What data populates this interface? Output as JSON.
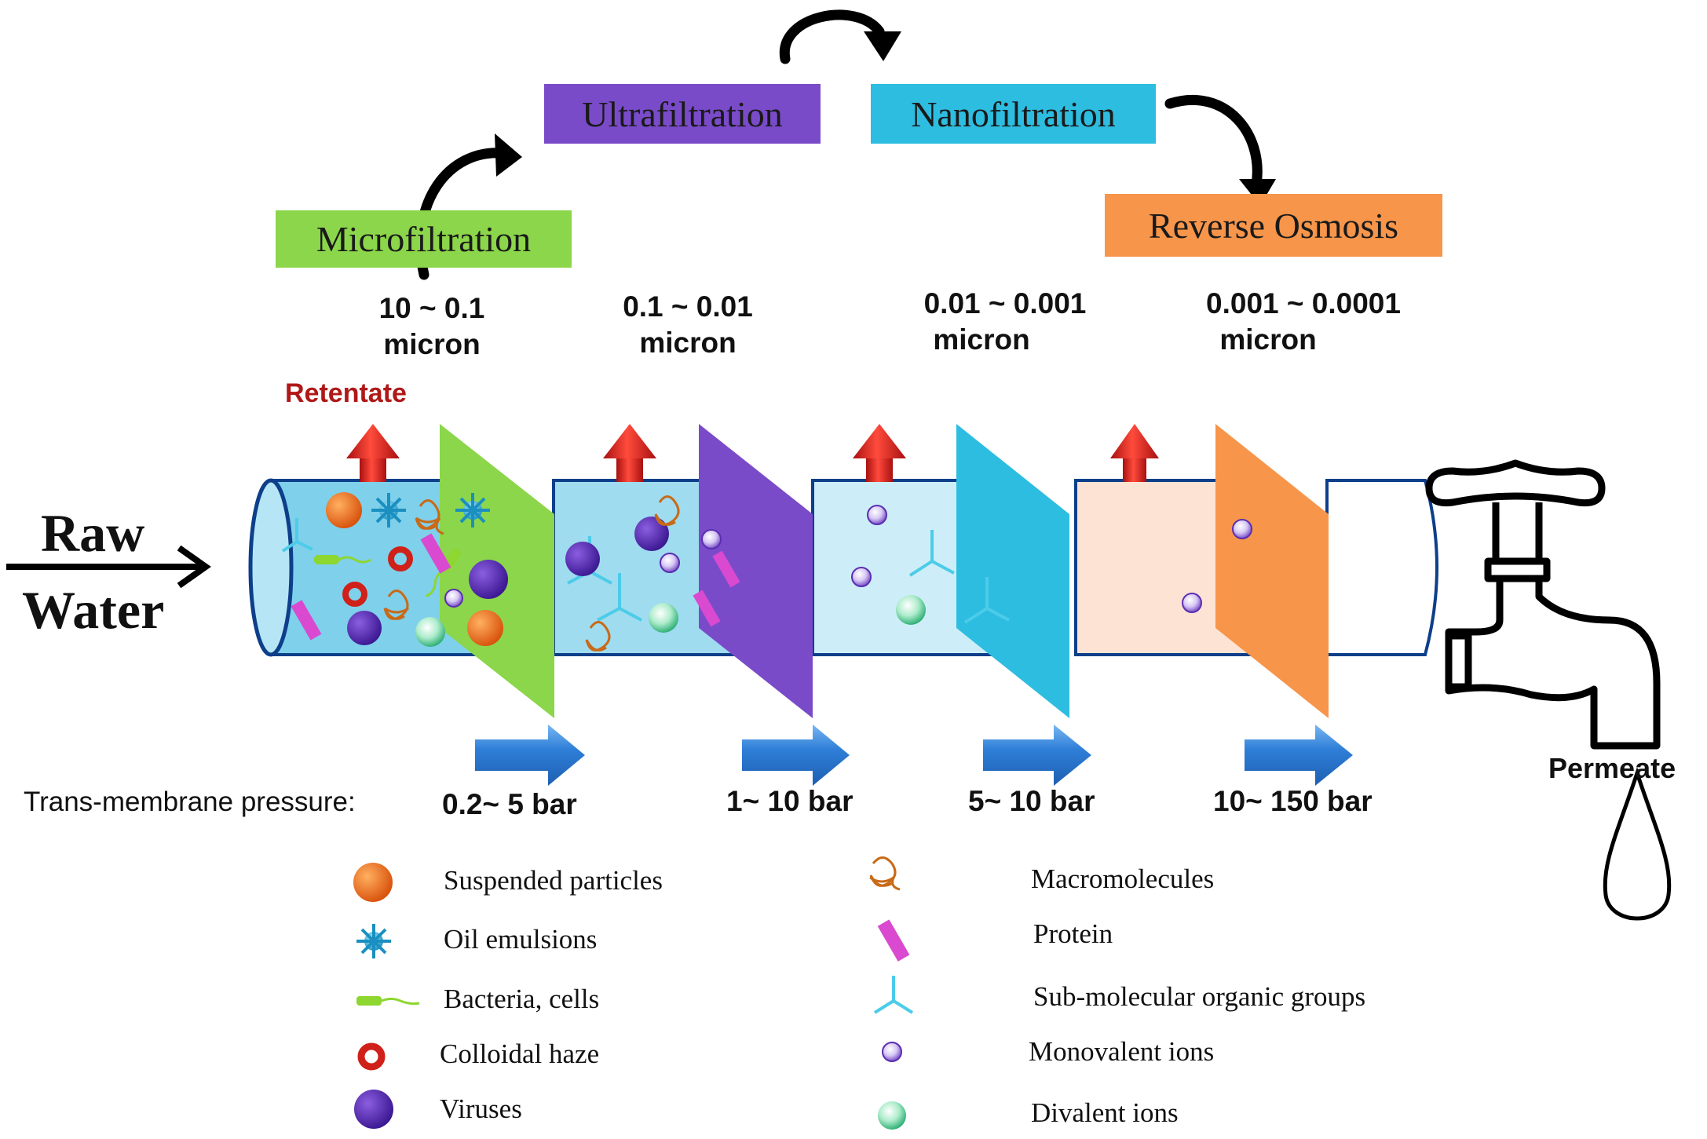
{
  "title": "Membrane filtration process spectrum",
  "stages": [
    {
      "name": "Microfiltration",
      "color": "#8bd64a",
      "pore_range": "10 ~ 0.1",
      "unit": "micron",
      "pressure": "0.2~ 5 bar"
    },
    {
      "name": "Ultrafiltration",
      "color": "#7a4bc9",
      "pore_range": "0.1 ~ 0.01",
      "unit": "micron",
      "pressure": "1~ 10 bar"
    },
    {
      "name": "Nanofiltration",
      "color": "#2dbde0",
      "pore_range": "0.01 ~ 0.001",
      "unit": "micron",
      "pressure": "5~ 10 bar"
    },
    {
      "name": "Reverse Osmosis",
      "color": "#f7954a",
      "pore_range": "0.001 ~ 0.0001",
      "unit": "micron",
      "pressure": "10~ 150 bar"
    }
  ],
  "inlet": {
    "line1": "Raw",
    "line2": "Water"
  },
  "retentate_label": "Retentate",
  "permeate_label": "Permeate",
  "pressure_label": "Trans-membrane pressure:",
  "colors": {
    "retentate_text": "#b01818",
    "retentate_arrow": "#d6281e",
    "flow_arrow": "#2f7fd8",
    "pipe_outline": "#0d3f8a",
    "pipe_section_1": "#7fd0ea",
    "pipe_section_2": "#9fdcef",
    "pipe_section_3": "#cdeef8",
    "pipe_section_4": "#fde3d3"
  },
  "legend": {
    "left": [
      {
        "icon": "suspended-particle-icon",
        "label": "Suspended particles"
      },
      {
        "icon": "oil-emulsion-icon",
        "label": "Oil emulsions"
      },
      {
        "icon": "bacteria-icon",
        "label": "Bacteria, cells"
      },
      {
        "icon": "colloid-ring-icon",
        "label": "Colloidal haze"
      },
      {
        "icon": "virus-icon",
        "label": "Viruses"
      }
    ],
    "right": [
      {
        "icon": "macromolecule-icon",
        "label": "Macromolecules"
      },
      {
        "icon": "protein-icon",
        "label": "Protein"
      },
      {
        "icon": "organic-group-icon",
        "label": "Sub-molecular organic groups"
      },
      {
        "icon": "monovalent-ion-icon",
        "label": "Monovalent ions"
      },
      {
        "icon": "divalent-ion-icon",
        "label": "Divalent ions"
      }
    ]
  }
}
